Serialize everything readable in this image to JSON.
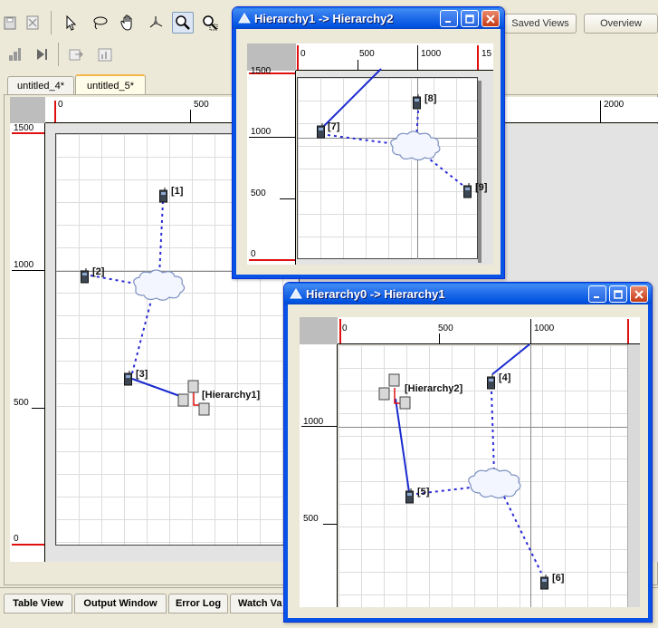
{
  "toolbar": {
    "saved_views_label": "Saved Views",
    "overview_label": "Overview"
  },
  "tabs": [
    {
      "label": "untitled_4*",
      "active": false
    },
    {
      "label": "untitled_5*",
      "active": true
    }
  ],
  "main_view": {
    "ruler_x_labels": [
      "0",
      "500",
      "2000"
    ],
    "ruler_y_labels": [
      "1500",
      "1000",
      "500",
      "0"
    ],
    "nodes": [
      {
        "label": "[1]",
        "kind": "phone"
      },
      {
        "label": "[2]",
        "kind": "phone"
      },
      {
        "label": "[3]",
        "kind": "phone"
      },
      {
        "label": "[Hierarchy1]",
        "kind": "hierarchy"
      }
    ]
  },
  "window_top": {
    "title": "Hierarchy1 -> Hierarchy2",
    "ruler_x_labels": [
      "0",
      "500",
      "1000",
      "15"
    ],
    "ruler_y_labels": [
      "1500",
      "1000",
      "500",
      "0"
    ],
    "nodes": [
      {
        "label": "[7]",
        "kind": "phone"
      },
      {
        "label": "[8]",
        "kind": "phone"
      },
      {
        "label": "[9]",
        "kind": "phone"
      }
    ]
  },
  "window_bottom": {
    "title": "Hierarchy0 -> Hierarchy1",
    "ruler_x_labels": [
      "0",
      "500",
      "1000"
    ],
    "ruler_y_labels": [
      "1000",
      "500"
    ],
    "nodes": [
      {
        "label": "[4]",
        "kind": "phone"
      },
      {
        "label": "[5]",
        "kind": "phone"
      },
      {
        "label": "[6]",
        "kind": "phone"
      },
      {
        "label": "[Hierarchy2]",
        "kind": "hierarchy"
      }
    ]
  },
  "bottom_tabs": [
    "Table View",
    "Output Window",
    "Error Log",
    "Watch Va"
  ],
  "colors": {
    "link_solid": "#1a2bd0",
    "link_dashed": "#2a2ad6",
    "ruler_red": "#e01010",
    "window_title": "#0a5fe8"
  }
}
